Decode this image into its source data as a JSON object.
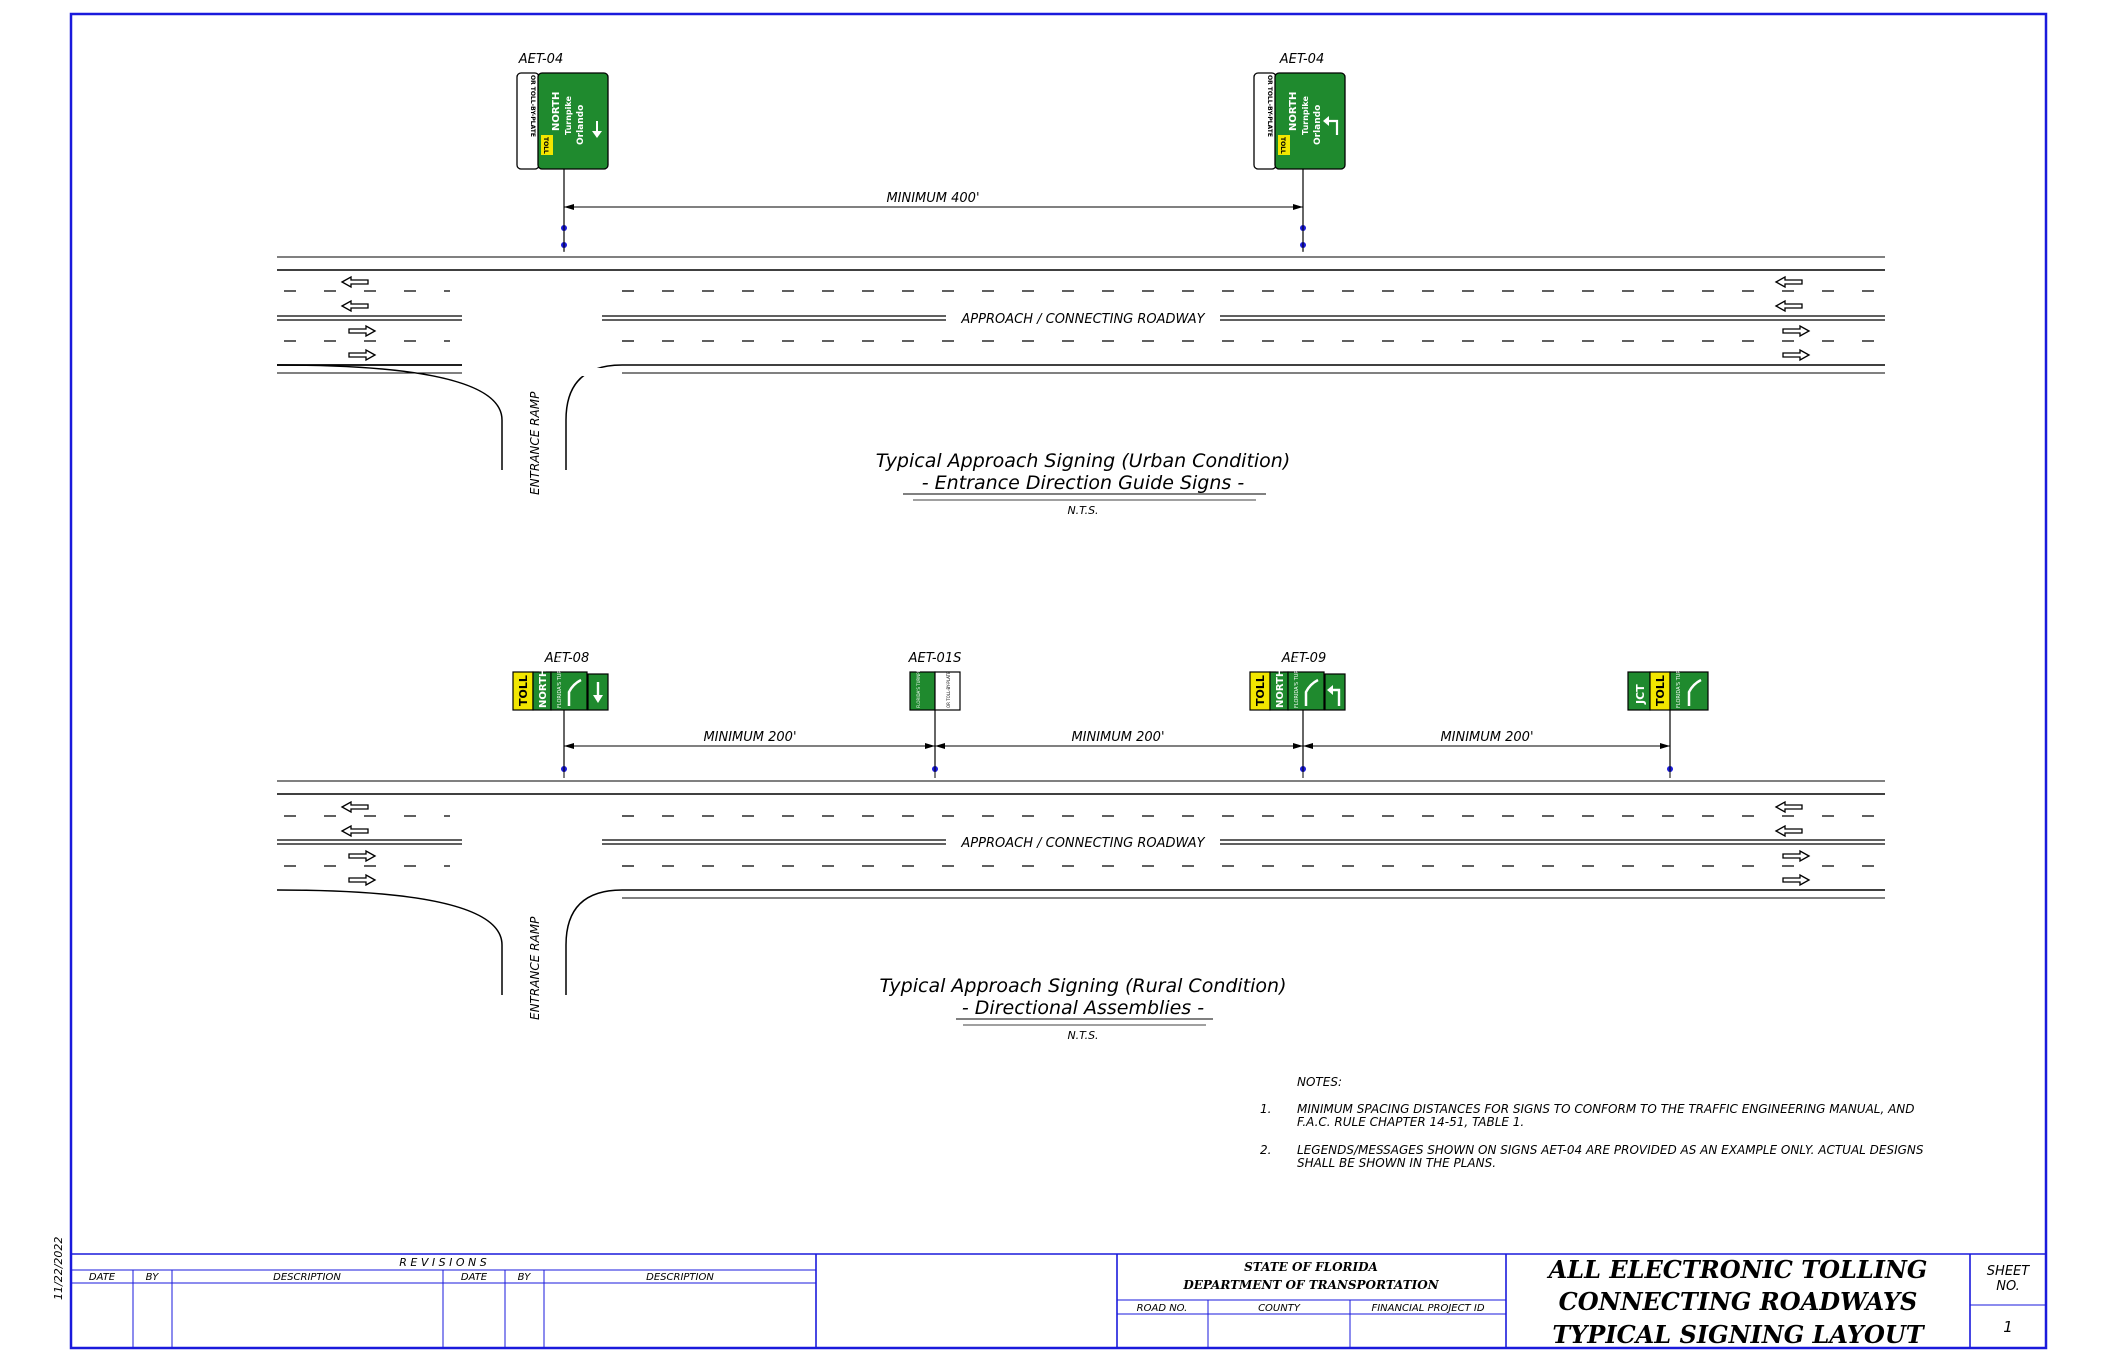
{
  "date_stamp": "11/22/2022",
  "urban": {
    "signs": [
      {
        "id": "AET-04",
        "plate": "OR TOLL-BY-PLATE",
        "toll": "TOLL",
        "direction": "NORTH",
        "road": "Turnpike",
        "city": "Orlando",
        "arrow": "down"
      },
      {
        "id": "AET-04",
        "plate": "OR TOLL-BY-PLATE",
        "toll": "TOLL",
        "direction": "NORTH",
        "road": "Turnpike",
        "city": "Orlando",
        "arrow": "left-turn"
      }
    ],
    "dimension": "MINIMUM 400'",
    "roadway_label": "APPROACH / CONNECTING ROADWAY",
    "ramp_label": "ENTRANCE RAMP",
    "title": "Typical Approach Signing (Urban Condition)",
    "subtitle": "- Entrance Direction Guide Signs -",
    "scale": "N.T.S."
  },
  "rural": {
    "signs": [
      {
        "id": "AET-08",
        "toll": "TOLL",
        "direction": "NORTH",
        "road": "FLORIDA'S TURNPIKE",
        "arrow": "down"
      },
      {
        "id": "AET-01S",
        "road": "FLORIDA'S TURNPIKE",
        "plate": "OR TOLL-BY-PLATE"
      },
      {
        "id": "AET-09",
        "toll": "TOLL",
        "direction": "NORTH",
        "road": "FLORIDA'S TURNPIKE",
        "arrow": "left-turn"
      },
      {
        "id": "",
        "jct": "JCT",
        "toll": "TOLL",
        "road": "FLORIDA'S TURNPIKE"
      }
    ],
    "dimensions": [
      "MINIMUM 200'",
      "MINIMUM 200'",
      "MINIMUM 200'"
    ],
    "roadway_label": "APPROACH / CONNECTING ROADWAY",
    "ramp_label": "ENTRANCE RAMP",
    "title": "Typical Approach Signing (Rural Condition)",
    "subtitle": "- Directional Assemblies -",
    "scale": "N.T.S."
  },
  "notes": {
    "heading": "NOTES:",
    "items": [
      {
        "num": "1.",
        "line1": "MINIMUM SPACING DISTANCES FOR SIGNS TO CONFORM TO THE TRAFFIC ENGINEERING MANUAL, AND",
        "line2": "F.A.C. RULE CHAPTER 14-51,  TABLE 1."
      },
      {
        "num": "2.",
        "line1": "LEGENDS/MESSAGES SHOWN ON SIGNS AET-04 ARE PROVIDED AS AN EXAMPLE ONLY.  ACTUAL DESIGNS",
        "line2": "SHALL BE SHOWN IN THE PLANS."
      }
    ]
  },
  "title_block": {
    "revisions_label": "R E V I S I O N S",
    "col_date": "DATE",
    "col_by": "BY",
    "col_description": "DESCRIPTION",
    "state": "STATE OF FLORIDA",
    "department": "DEPARTMENT OF TRANSPORTATION",
    "road_no": "ROAD NO.",
    "county": "COUNTY",
    "financial_project_id": "FINANCIAL PROJECT ID",
    "title_line1": "ALL ELECTRONIC TOLLING",
    "title_line2": "CONNECTING ROADWAYS",
    "title_line3": "TYPICAL SIGNING LAYOUT",
    "sheet_label_1": "SHEET",
    "sheet_label_2": "NO.",
    "sheet_no": "1"
  },
  "colors": {
    "border": "#1a1adc",
    "sign_green": "#1f8a2e",
    "toll_yellow": "#f2e600",
    "post_dot": "#1a1adc"
  }
}
